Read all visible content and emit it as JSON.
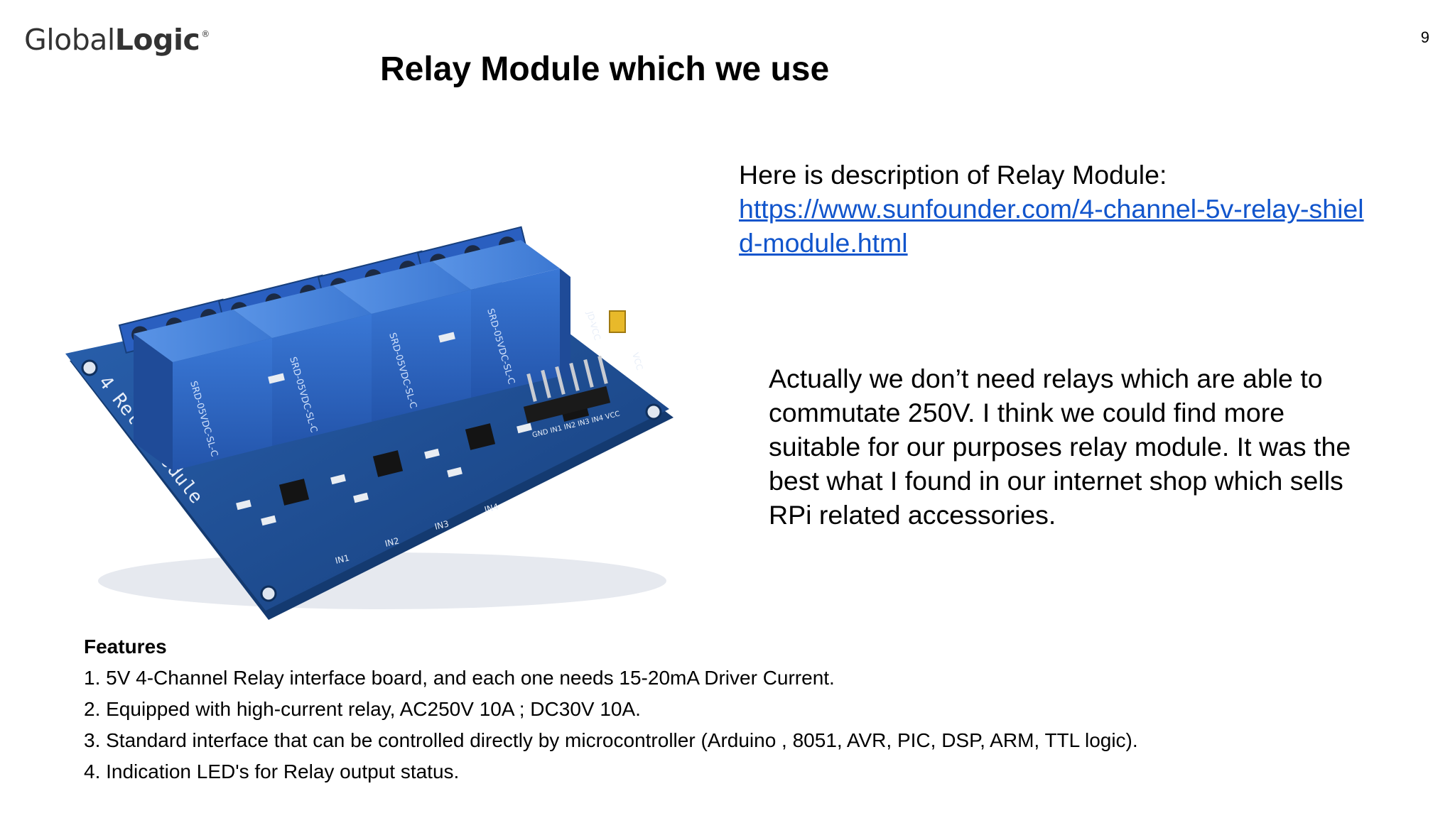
{
  "logo": {
    "light_text": "Global",
    "bold_text": "Logic",
    "registered_mark": "®"
  },
  "page_number": "9",
  "title": "Relay Module which we use",
  "image": {
    "board_label": "4 Relay Module",
    "header_pins_label": "GND IN1 IN2 IN3 IN4 VCC",
    "jumper_label": "JD-VCC",
    "vcc_label": "VCC",
    "led_labels": [
      "IN1",
      "IN2",
      "IN3",
      "IN4"
    ],
    "relay_label": "SRD-05VDC-SL-C",
    "colors": {
      "pcb": "#1e4f96",
      "pcb_edge": "#143a70",
      "relay": "#2f68c8",
      "relay_top": "#4a86de",
      "terminal": "#2a5fc0",
      "jumper": "#e8b92a"
    }
  },
  "description": {
    "intro": "Here is description of Relay Module:",
    "link_text": "https://www.sunfounder.com/4-channel-5v-relay-shield-module.html",
    "link_color": "#1155cc"
  },
  "note": "Actually we don’t need relays which are able to commutate 250V. I think we could find more suitable for our purposes relay module. It was the best what I found in our internet shop which sells RPi related accessories.",
  "features": {
    "heading": "Features",
    "items": [
      "1. 5V 4-Channel Relay interface board, and each one needs 15-20mA Driver Current.",
      "2. Equipped with high-current relay, AC250V 10A ; DC30V 10A.",
      "3. Standard interface that can be controlled directly by microcontroller (Arduino , 8051, AVR, PIC, DSP, ARM, TTL logic).",
      "4. Indication LED's for Relay output status."
    ]
  }
}
